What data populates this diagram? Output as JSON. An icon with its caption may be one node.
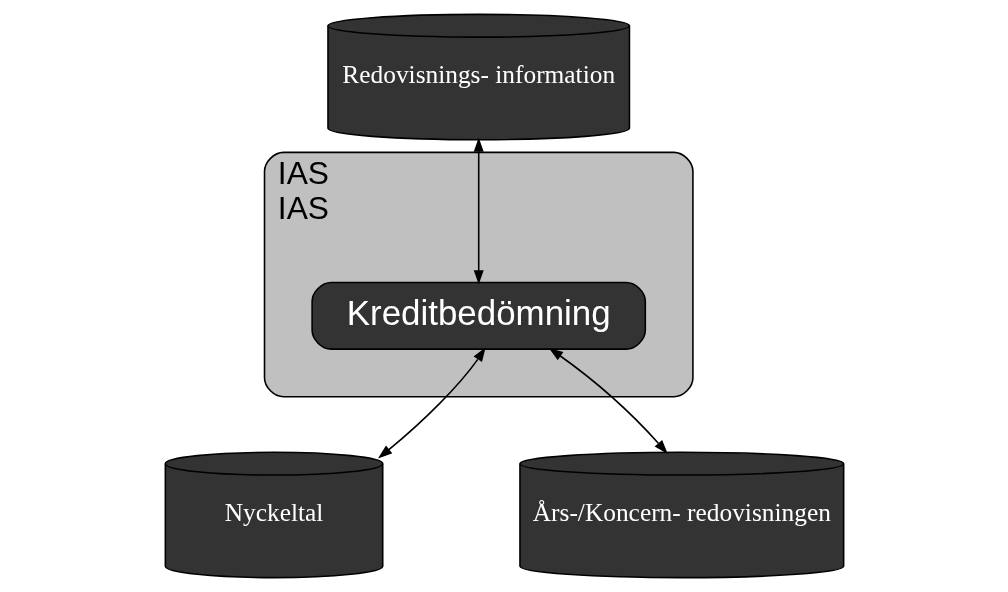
{
  "diagram": {
    "nodes": [
      {
        "text": [
          "Redovisnings- information"
        ]
      },
      {
        "text": [
          "IAS",
          "IAS"
        ]
      },
      {
        "text": [
          "Kreditbedömning"
        ],
        "in": 1
      },
      {
        "text": [
          "Nyckeltal"
        ]
      },
      {
        "text": [
          "Års-/Koncern- redovisningen"
        ]
      }
    ],
    "edges": [
      {
        "from": 0,
        "to": 2,
        "arrow": "both"
      },
      {
        "from": 3,
        "to": 2,
        "arrow": "both"
      },
      {
        "from": 4,
        "to": 2,
        "arrow": "both"
      }
    ]
  }
}
